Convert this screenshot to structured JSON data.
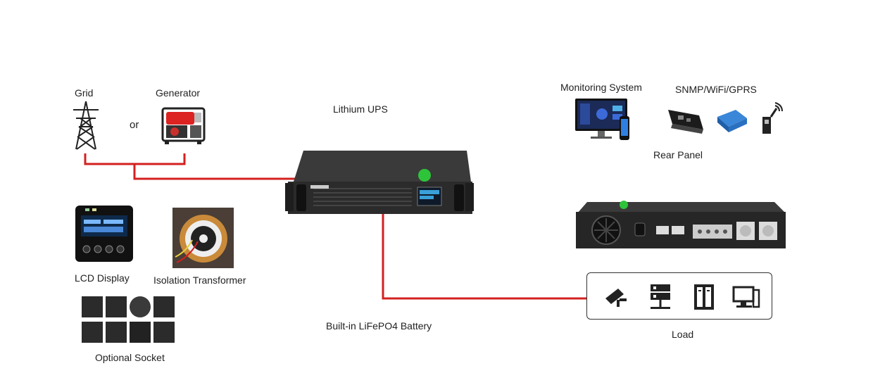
{
  "labels": {
    "grid": "Grid",
    "generator": "Generator",
    "or": "or",
    "lithium_ups": "Lithium UPS",
    "monitoring_system": "Monitoring System",
    "snmp": "SNMP/WiFi/GPRS",
    "rear_panel": "Rear Panel",
    "lcd_display": "LCD Display",
    "isolation_transformer": "Isolation Transformer",
    "optional_socket": "Optional Socket",
    "battery": "Built-in LiFePO4 Battery",
    "load": "Load"
  },
  "colors": {
    "wire": "#d42020",
    "device": "#2a2a2a",
    "accent": "#2ec43a"
  },
  "icons": {
    "grid": "power-tower-icon",
    "generator": "generator-icon",
    "monitor": "monitor-icon",
    "phone": "phone-icon",
    "snmp_card": "snmp-card-icon",
    "router": "router-icon",
    "antenna": "wifi-antenna-icon",
    "load": [
      "security-camera-icon",
      "server-icon",
      "storage-rack-icon",
      "computer-icon"
    ]
  }
}
